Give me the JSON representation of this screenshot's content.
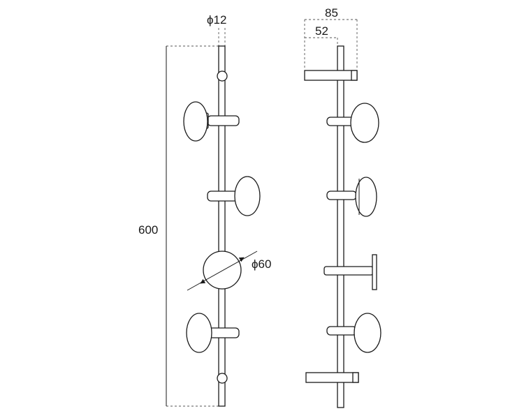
{
  "dimensions": {
    "rod_diameter": "ϕ12",
    "knob_diameter": "ϕ60",
    "height": "600",
    "projection_outer": "85",
    "projection_inner": "52"
  }
}
